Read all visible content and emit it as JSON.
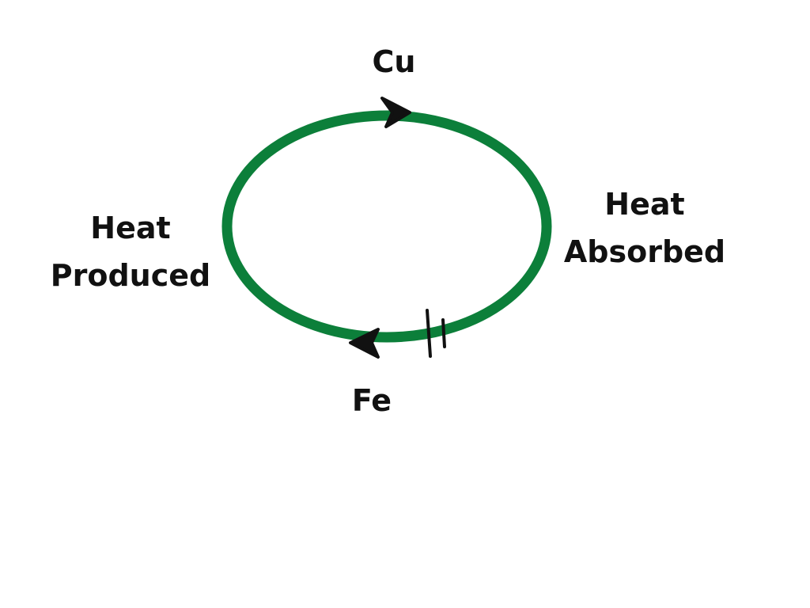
{
  "labels": {
    "top_metal": "Cu",
    "bottom_metal": "Fe",
    "left_line1": "Heat",
    "left_line2": "Produced",
    "right_line1": "Heat",
    "right_line2": "Absorbed"
  },
  "colors": {
    "circuit": "#0c7f3a",
    "ink": "#111111",
    "background": "#ffffff"
  },
  "icons": {
    "top_arrow": "arrow-right-icon",
    "bottom_arrow": "arrow-left-icon",
    "cell": "cell-symbol-icon"
  }
}
